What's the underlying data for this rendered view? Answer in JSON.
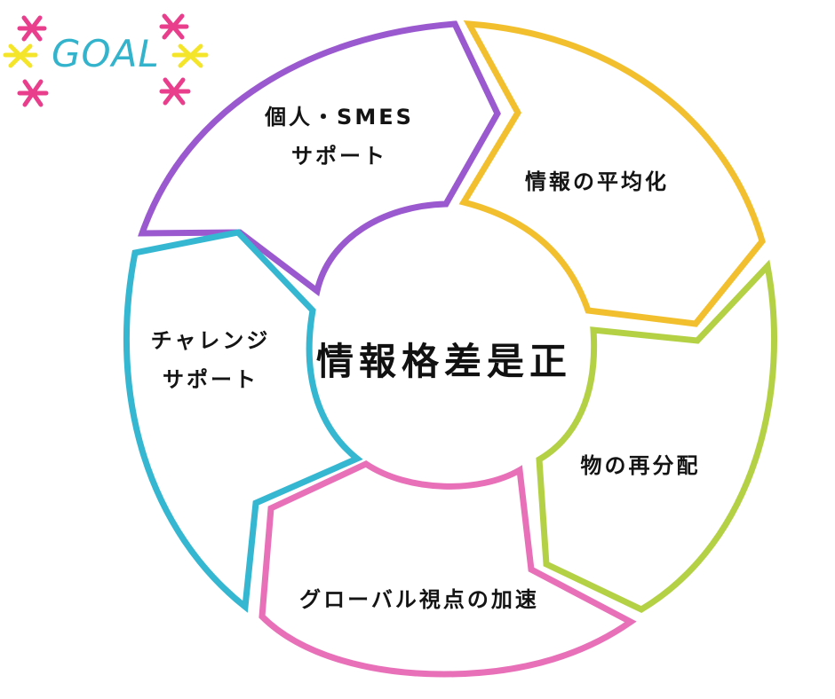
{
  "logo": {
    "text": "GOAL",
    "colors": {
      "text": "#33b3cc",
      "accent_pink": "#e83e8c",
      "accent_yellow": "#f5e52a"
    }
  },
  "center": {
    "label": "情報格差是正"
  },
  "segments": [
    {
      "id": "individual-smes-support",
      "lines": [
        "個人・SMES",
        "サポート"
      ],
      "color": "#9b59d0"
    },
    {
      "id": "information-equalization",
      "lines": [
        "情報の平均化"
      ],
      "color": "#f2c02e"
    },
    {
      "id": "redistribution-of-goods",
      "lines": [
        "物の再分配"
      ],
      "color": "#b4d146"
    },
    {
      "id": "global-perspective",
      "lines": [
        "グローバル視点の加速"
      ],
      "color": "#e870b8"
    },
    {
      "id": "challenge-support",
      "lines": [
        "チャレンジ",
        "サポート"
      ],
      "color": "#35b7d2"
    }
  ]
}
